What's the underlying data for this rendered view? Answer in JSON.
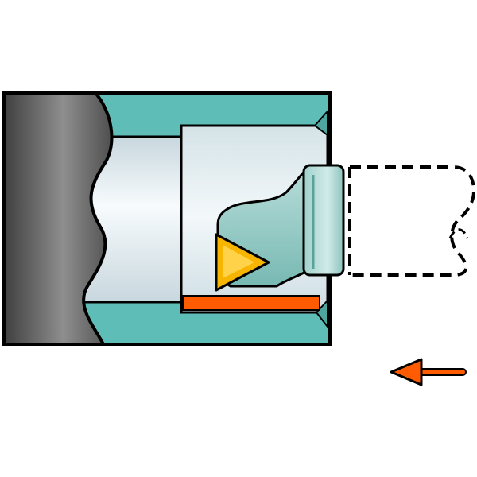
{
  "diagram": {
    "type": "internal-turning-illustration",
    "elements": [
      "workpiece",
      "chuck",
      "bore",
      "cutting-tool-holder",
      "cutting-insert",
      "machined-surface",
      "tool-retracted-outline",
      "feed-direction-arrow"
    ]
  },
  "colors": {
    "workpiece": "#5fbdb8",
    "chuck_dark": "#4f4f4f",
    "chuck_light": "#9b9b9b",
    "bore_light": "#f1f5f7",
    "bore_mid": "#c9d9df",
    "tool_body": "#8fc8c3",
    "tool_shank": "#b9dcd8",
    "insert": "#f7b500",
    "machined_surface": "#ff5b00",
    "outline": "#000000",
    "arrow": "#ff5b00"
  },
  "feed_direction": "left"
}
